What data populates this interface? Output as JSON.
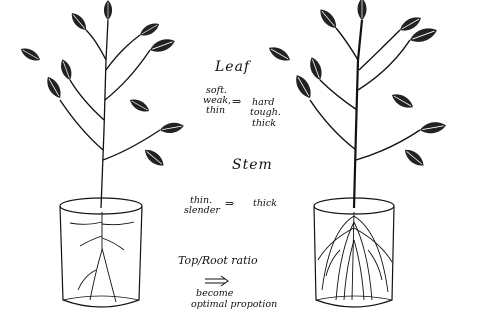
{
  "labels": {
    "leaf": "Leaf",
    "soft": "soft.",
    "weak_thin": "weak,",
    "thin": "thin",
    "hard": "hard",
    "tough": "tough.",
    "thick": "thick",
    "stem": "Stem",
    "stem_thin": "thin.",
    "stem_slender": "slender",
    "stem_thick": "thick",
    "ratio": "Top/Root ratio",
    "become": "become",
    "optimal": "optimal propotion"
  },
  "symbols": {
    "implies": "⇒",
    "long_arrow": "⟹"
  }
}
